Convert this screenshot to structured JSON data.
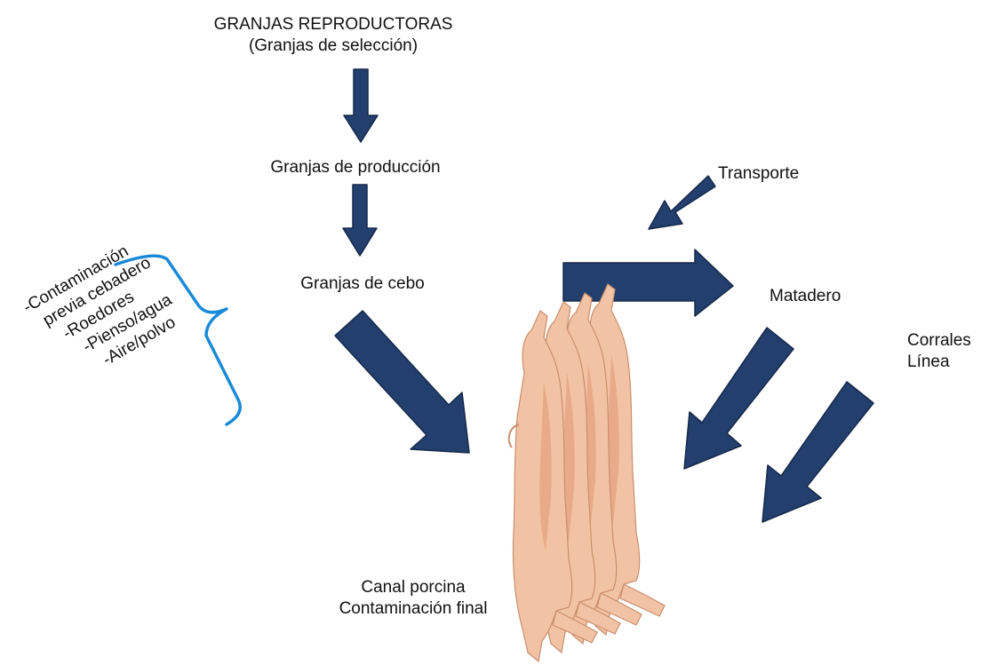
{
  "colors": {
    "arrow": "#223f6e",
    "arrow_edge": "#16294a",
    "brace": "#1a8ad8",
    "carcass_fill": "#f2c2a5",
    "carcass_edge": "#c98f6d",
    "carcass_shade": "#e39a77"
  },
  "nodes": {
    "breeding": {
      "line1": "GRANJAS REPRODUCTORAS",
      "line2": "(Granjas de selección)"
    },
    "production": "Granjas de producción",
    "fattening": "Granjas de cebo",
    "transport": "Transporte",
    "slaughterhouse": "Matadero",
    "pens": {
      "line1": "Corrales",
      "line2": "Línea"
    },
    "carcass": {
      "line1": "Canal porcina",
      "line2": "Contaminación final"
    }
  },
  "factors": [
    "-Contaminación",
    "previa cebadero",
    "-Roedores",
    "-Pienso/agua",
    "-Aire/polvo"
  ],
  "icons": {
    "arrow": "block-arrow-icon",
    "brace": "curly-brace-icon",
    "carcass": "pig-carcass-illustration"
  }
}
